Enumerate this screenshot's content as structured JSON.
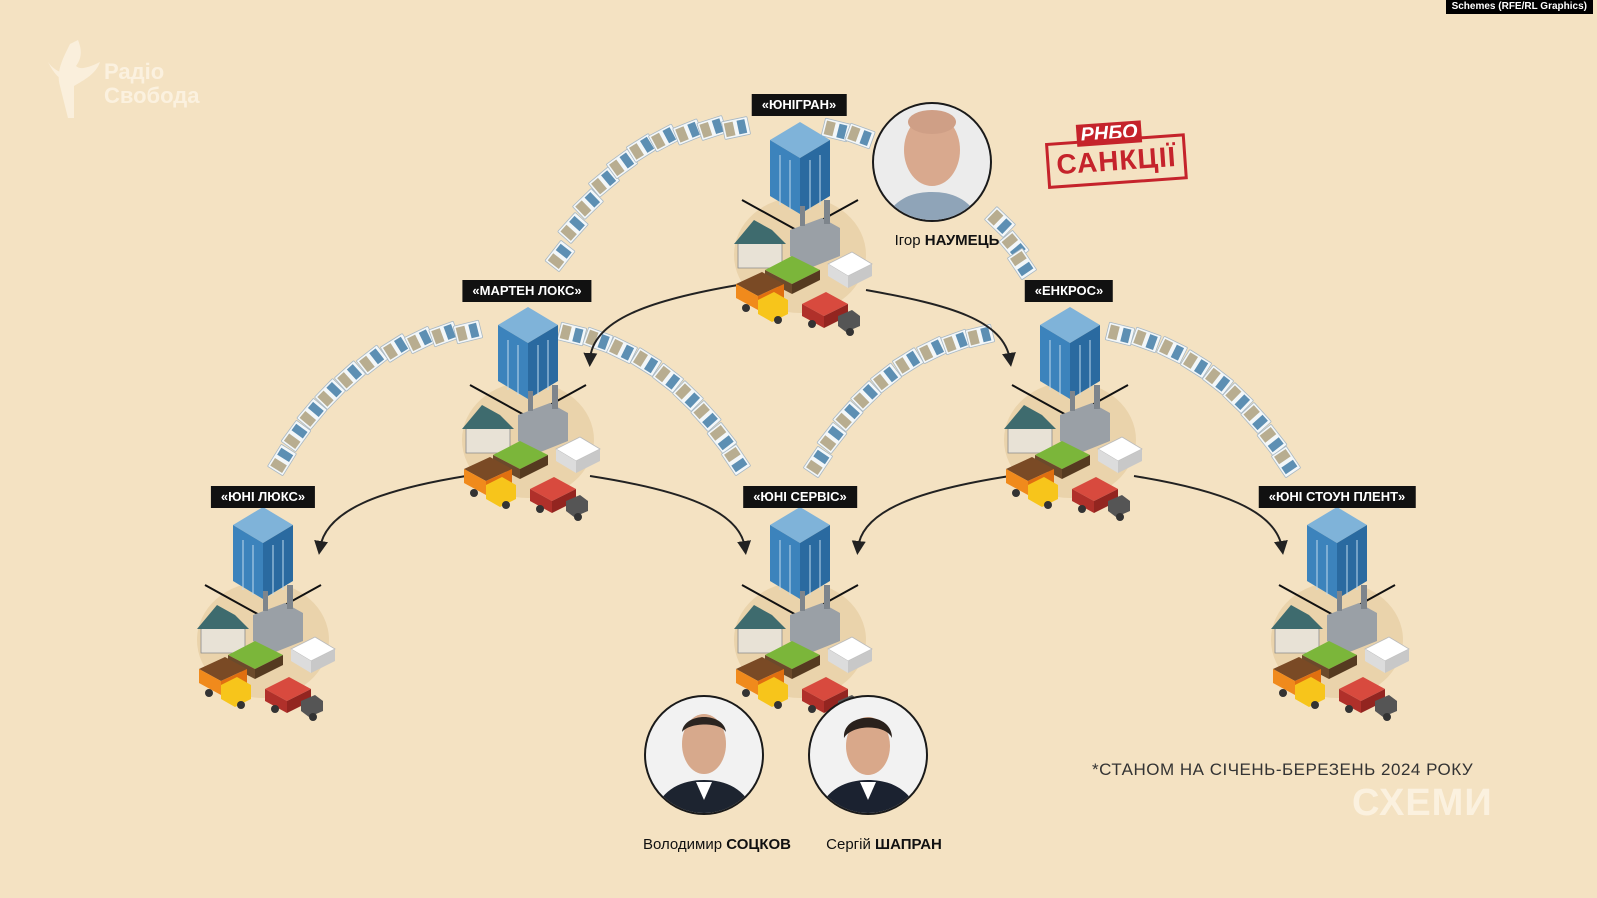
{
  "credit": "Schemes (RFE/RL Graphics)",
  "logo": {
    "line1": "Радіо",
    "line2": "Свобода"
  },
  "companies": {
    "unigran": "«ЮНІГРАН»",
    "marten_lux": "«МАРТЕН ЛОКС»",
    "enkros": "«ЕНКРОС»",
    "uni_lux": "«ЮНІ ЛЮКС»",
    "uni_service": "«ЮНІ СЕРВІС»",
    "uni_stone": "«ЮНІ СТОУН ПЛЕНТ»"
  },
  "people": {
    "naumets": {
      "first": "Ігор",
      "last": "НАУМЕЦЬ"
    },
    "sotskov": {
      "first": "Володимир",
      "last": "СОЦКОВ"
    },
    "shapran": {
      "first": "Сергій",
      "last": "ШАПРАН"
    }
  },
  "stamp": {
    "top": "РНБО",
    "main": "САНКЦІЇ"
  },
  "footnote": "*СТАНОМ НА СІЧЕНЬ-БЕРЕЗЕНЬ 2024 РОКУ",
  "watermark": "СХЕМИ",
  "colors": {
    "background": "#f4e2c2",
    "label_bg": "#111111",
    "stamp": "#c5232b",
    "building": "#3f86bd"
  }
}
